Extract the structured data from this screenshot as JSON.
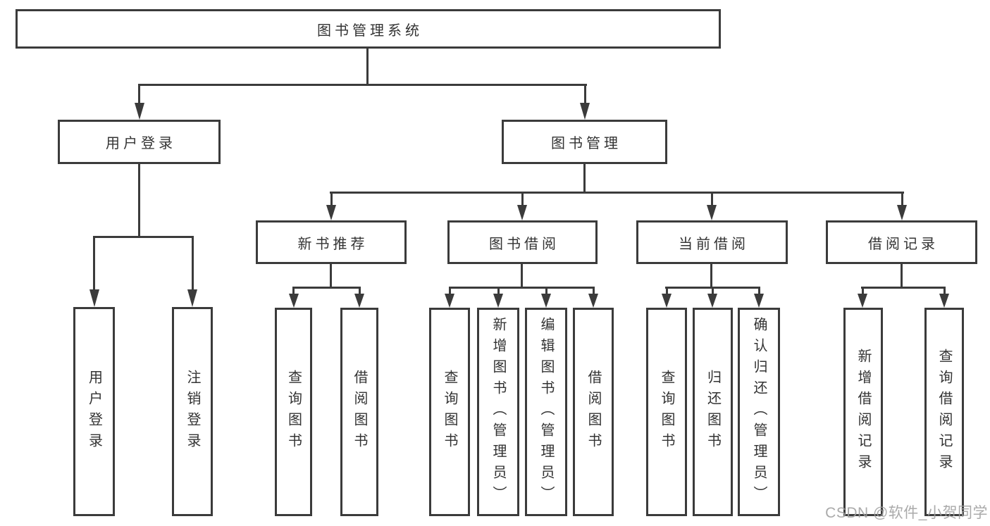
{
  "nodes": {
    "root": "图书管理系统",
    "user_login": "用户登录",
    "book_management": "图书管理",
    "leaf_user_login": "用户登录",
    "leaf_logout": "注销登录",
    "new_book_recommend": "新书推荐",
    "book_borrow": "图书借阅",
    "current_borrow": "当前借阅",
    "borrow_records": "借阅记录",
    "nb_query_books": "查询图书",
    "nb_borrow_books": "借阅图书",
    "bb_query_books": "查询图书",
    "bb_add_books_admin": "新增图书（管理员）",
    "bb_edit_books_admin": "编辑图书（管理员）",
    "bb_borrow_books": "借阅图书",
    "cb_query_books": "查询图书",
    "cb_return_books": "归还图书",
    "cb_confirm_return_admin": "确认归还（管理员）",
    "br_add_record": "新增借阅记录",
    "br_query_record": "查询借阅记录"
  },
  "watermark": {
    "text": "CSDN @软件_小贺同学"
  },
  "colors": {
    "line": "#3b3b3b",
    "text": "#333333",
    "background": "#ffffff",
    "watermark": "#9f9f9f"
  }
}
